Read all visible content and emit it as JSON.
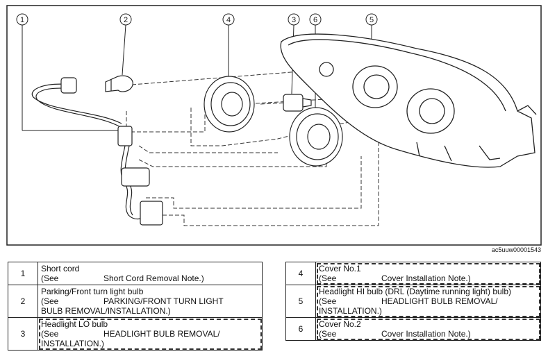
{
  "callouts": [
    "1",
    "2",
    "3",
    "6",
    "4",
    "5"
  ],
  "image_code": "ac5uuw00001543",
  "parts_left": [
    {
      "num": "1",
      "name": "Short cord",
      "see": "(See",
      "ref": "Short Cord Removal Note.)",
      "ref2": ""
    },
    {
      "num": "2",
      "name": "Parking/Front turn light bulb",
      "see": "(See",
      "ref": "PARKING/FRONT TURN LIGHT",
      "ref2": "BULB REMOVAL/INSTALLATION.)"
    },
    {
      "num": "3",
      "name": "Headlight LO bulb",
      "see": "(See",
      "ref": "HEADLIGHT BULB REMOVAL/",
      "ref2": "INSTALLATION.)"
    }
  ],
  "parts_right": [
    {
      "num": "4",
      "name": "Cover No.1",
      "see": "(See",
      "ref": "Cover Installation Note.)",
      "ref2": ""
    },
    {
      "num": "5",
      "name": "Headlight HI bulb (DRL (Daytime running light) bulb)",
      "see": "(See",
      "ref": "HEADLIGHT BULB REMOVAL/",
      "ref2": "INSTALLATION.)"
    },
    {
      "num": "6",
      "name": "Cover No.2",
      "see": "(See",
      "ref": "Cover Installation Note.)",
      "ref2": ""
    }
  ]
}
